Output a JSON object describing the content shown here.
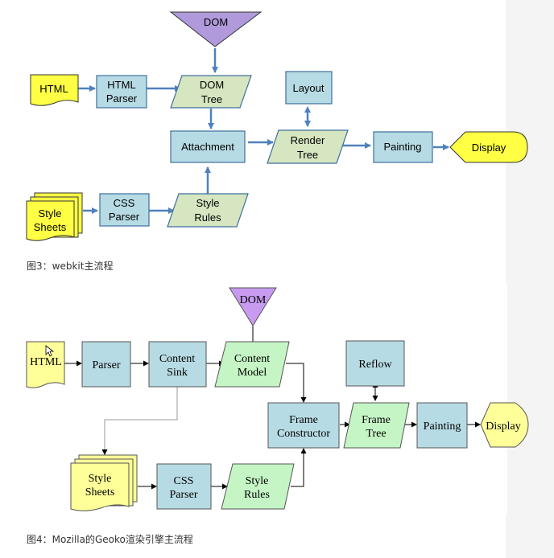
{
  "fig1": {
    "caption": "图3：webkit主流程",
    "nodes": {
      "dom": "DOM",
      "html": "HTML",
      "html_parser": [
        "HTML",
        "Parser"
      ],
      "dom_tree": [
        "DOM",
        "Tree"
      ],
      "layout": "Layout",
      "attachment": "Attachment",
      "render_tree": [
        "Render",
        "Tree"
      ],
      "painting": "Painting",
      "display": "Display",
      "style_sheets": [
        "Style",
        "Sheets"
      ],
      "css_parser": [
        "CSS",
        "Parser"
      ],
      "style_rules": [
        "Style",
        "Rules"
      ]
    }
  },
  "fig2": {
    "caption": "图4：Mozilla的Geoko渲染引擎主流程",
    "nodes": {
      "dom": "DOM",
      "html": "HTML",
      "parser": "Parser",
      "content_sink": [
        "Content",
        "Sink"
      ],
      "content_model": [
        "Content",
        "Model"
      ],
      "reflow": "Reflow",
      "frame_constructor": [
        "Frame",
        "Constructor"
      ],
      "frame_tree": [
        "Frame",
        "Tree"
      ],
      "painting": "Painting",
      "display": "Display",
      "style_sheets": [
        "Style",
        "Sheets"
      ],
      "css_parser": [
        "CSS",
        "Parser"
      ],
      "style_rules": [
        "Style",
        "Rules"
      ]
    }
  },
  "colors": {
    "process_fill": "#b7dbe4",
    "data_fill": "#d5e6c0",
    "data_fill2": "#c5f5c5",
    "io_fill": "#ffff44",
    "io_fill2": "#ffff99",
    "dom_fill": "#b09adb",
    "dom_fill2": "#c89bf0",
    "arrow1": "#4f81bd",
    "stroke1": "#3f6f9f"
  }
}
